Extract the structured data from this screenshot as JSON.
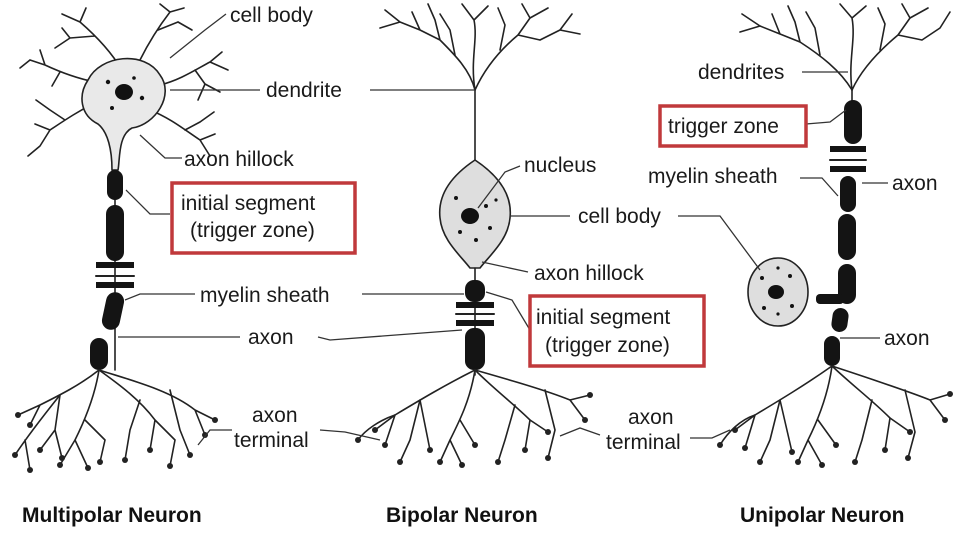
{
  "neurons": {
    "multipolar": {
      "caption": "Multipolar Neuron",
      "labels": {
        "cell_body": "cell body",
        "dendrite": "dendrite",
        "axon_hillock": "axon hillock",
        "initial_segment_1": "initial segment",
        "initial_segment_2": "(trigger zone)",
        "myelin_sheath": "myelin sheath",
        "axon": "axon",
        "axon_terminal_1": "axon",
        "axon_terminal_2": "terminal"
      }
    },
    "bipolar": {
      "caption": "Bipolar Neuron",
      "labels": {
        "nucleus": "nucleus",
        "cell_body": "cell body",
        "axon_hillock": "axon hillock",
        "initial_segment_1": "initial segment",
        "initial_segment_2": "(trigger zone)"
      }
    },
    "unipolar": {
      "caption": "Unipolar Neuron",
      "labels": {
        "dendrites": "dendrites",
        "trigger_zone": "trigger zone",
        "myelin_sheath": "myelin sheath",
        "axon_top": "axon",
        "axon_bottom": "axon",
        "axon_terminal_1": "axon",
        "axon_terminal_2": "terminal"
      }
    }
  },
  "colors": {
    "highlight_box": "#c0393b",
    "ink": "#222222",
    "cell_body_fill": "#dedede"
  }
}
